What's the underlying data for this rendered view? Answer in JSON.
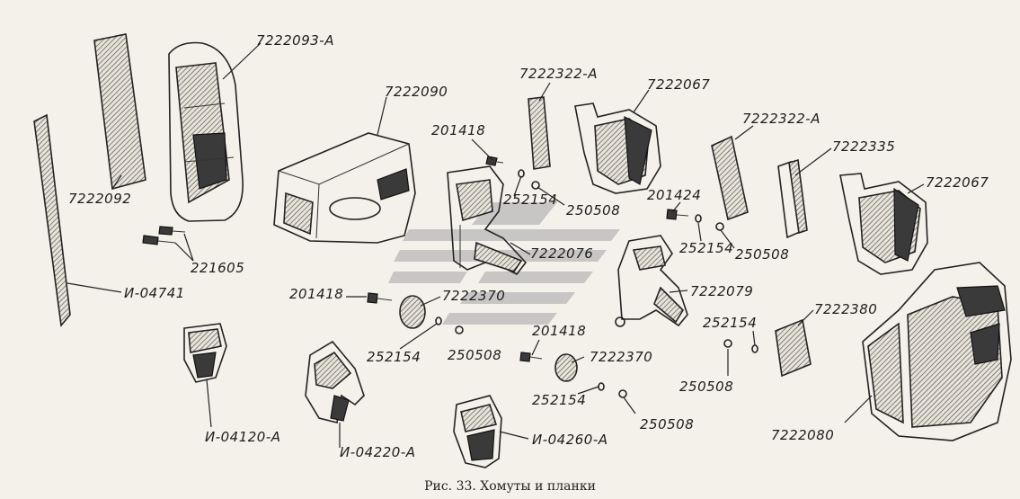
{
  "labels": {
    "p7222093a": "7222093-А",
    "p7222092": "7222092",
    "p7222090": "7222090",
    "p221605": "221605",
    "pI04741": "И-04741",
    "p201418a": "201418",
    "p252154a": "252154",
    "p250508a": "250508",
    "p7222322a": "7222322-А",
    "p7222067a": "7222067",
    "p7222076": "7222076",
    "p201418b": "201418",
    "p7222370a": "7222370",
    "p252154b": "252154",
    "p250508b": "250508",
    "p7222322b": "7222322-А",
    "p7222335": "7222335",
    "p7222067b": "7222067",
    "p201424": "201424",
    "p252154c": "252154",
    "p250508c": "250508",
    "p7222079": "7222079",
    "p201418c": "201418",
    "p7222370b": "7222370",
    "p252154d": "252154",
    "p250508d": "250508",
    "p252154e": "252154",
    "p250508e": "250508",
    "p7222380": "7222380",
    "p7222080": "7222080",
    "pI04120a": "И-04120-А",
    "pI04220a": "И-04220-А",
    "pI04260a": "И-04260-А"
  },
  "caption": "Рис. 33. Хомуты и планки",
  "colors": {
    "paper": "#f4f1ea",
    "ink": "#222222",
    "watermark": "#b8b8b8"
  }
}
